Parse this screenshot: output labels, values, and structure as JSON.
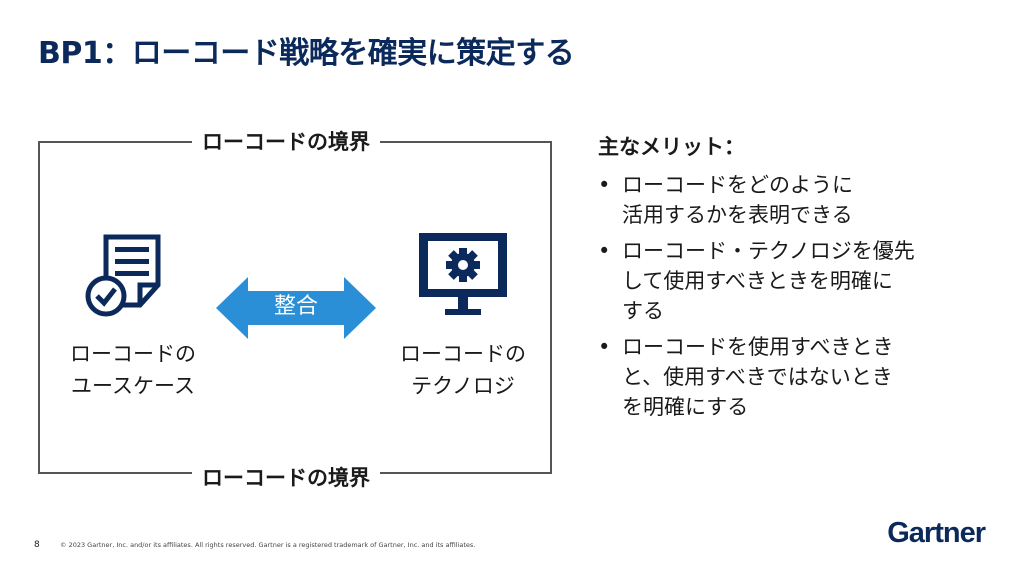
{
  "title": "BP1：ローコード戦略を確実に策定する",
  "boundary": {
    "top_label": "ローコードの境界",
    "bottom_label": "ローコードの境界"
  },
  "diagram": {
    "left_node": {
      "icon": "document-check-icon",
      "line1": "ローコードの",
      "line2": "ユースケース"
    },
    "right_node": {
      "icon": "monitor-gear-icon",
      "line1": "ローコードの",
      "line2": "テクノロジ"
    },
    "arrow_label": "整合",
    "arrow_color": "#2a8fd6",
    "icon_color": "#0b2a5b"
  },
  "benefits": {
    "heading": "主なメリット：",
    "bullet": "•",
    "items": [
      [
        "ローコードをどのように",
        "活用するかを表明できる"
      ],
      [
        "ローコード・テクノロジを優先",
        "して使用すべきときを明確に",
        "する"
      ],
      [
        "ローコードを使用すべきとき",
        "と、使用すべきではないとき",
        "を明確にする"
      ]
    ]
  },
  "footer": {
    "page_number": "8",
    "copyright": "© 2023 Gartner, Inc. and/or its affiliates. All rights reserved. Gartner is a registered trademark of Gartner, Inc. and its affiliates."
  },
  "logo_text": "Gartner"
}
